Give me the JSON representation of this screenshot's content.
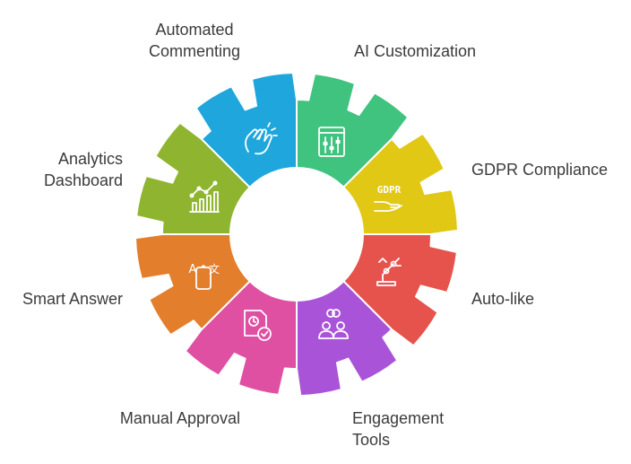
{
  "segments": [
    {
      "id": "ai-customization",
      "label_lines": [
        "AI Customization"
      ],
      "color": "#3fc37f",
      "icon": "sliders-icon"
    },
    {
      "id": "gdpr-compliance",
      "label_lines": [
        "GDPR Compliance"
      ],
      "color": "#e1c814",
      "icon": "gdpr-hand-icon",
      "icon_text": "GDPR"
    },
    {
      "id": "auto-like",
      "label_lines": [
        "Auto-like"
      ],
      "color": "#e6534c",
      "icon": "robot-arm-icon"
    },
    {
      "id": "engagement-tools",
      "label_lines": [
        "Engagement",
        "Tools"
      ],
      "color": "#a954d8",
      "icon": "people-link-icon"
    },
    {
      "id": "manual-approval",
      "label_lines": [
        "Manual Approval"
      ],
      "color": "#df4fa2",
      "icon": "document-check-icon"
    },
    {
      "id": "smart-answer",
      "label_lines": [
        "Smart Answer"
      ],
      "color": "#e37f2c",
      "icon": "phone-translate-icon",
      "icon_text": "A",
      "icon_text2": "文"
    },
    {
      "id": "analytics-dashboard",
      "label_lines": [
        "Analytics",
        "Dashboard"
      ],
      "color": "#8fb530",
      "icon": "bar-chart-icon"
    },
    {
      "id": "automated-commenting",
      "label_lines": [
        "Automated",
        "Commenting"
      ],
      "color": "#1fa6dc",
      "icon": "clapping-hands-icon"
    }
  ]
}
